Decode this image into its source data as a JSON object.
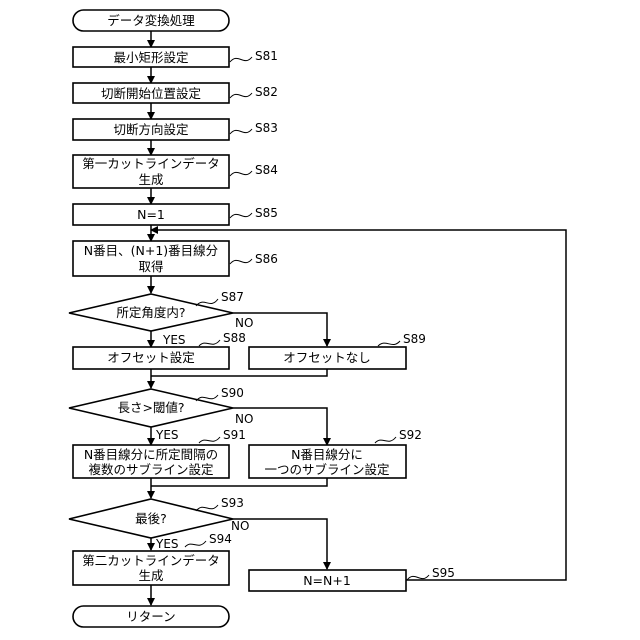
{
  "nodes": {
    "start": "データ変換処理",
    "s81": "最小矩形設定",
    "s82": "切断開始位置設定",
    "s83": "切断方向設定",
    "s84_line1": "第一カットラインデータ",
    "s84_line2": "生成",
    "s85": "N=1",
    "s86_line1": "N番目、(N+1)番目線分",
    "s86_line2": "取得",
    "s87": "所定角度内?",
    "s88": "オフセット設定",
    "s89": "オフセットなし",
    "s90": "長さ>閾値?",
    "s91_line1": "N番目線分に所定間隔の",
    "s91_line2": "複数のサブライン設定",
    "s92_line1": "N番目線分に",
    "s92_line2": "一つのサブライン設定",
    "s93": "最後?",
    "s94_line1": "第二カットラインデータ",
    "s94_line2": "生成",
    "s95": "N=N+1",
    "end": "リターン"
  },
  "step_labels": {
    "s81": "S81",
    "s82": "S82",
    "s83": "S83",
    "s84": "S84",
    "s85": "S85",
    "s86": "S86",
    "s87": "S87",
    "s88": "S88",
    "s89": "S89",
    "s90": "S90",
    "s91": "S91",
    "s92": "S92",
    "s93": "S93",
    "s94": "S94",
    "s95": "S95"
  },
  "branch_labels": {
    "yes": "YES",
    "no": "NO"
  }
}
